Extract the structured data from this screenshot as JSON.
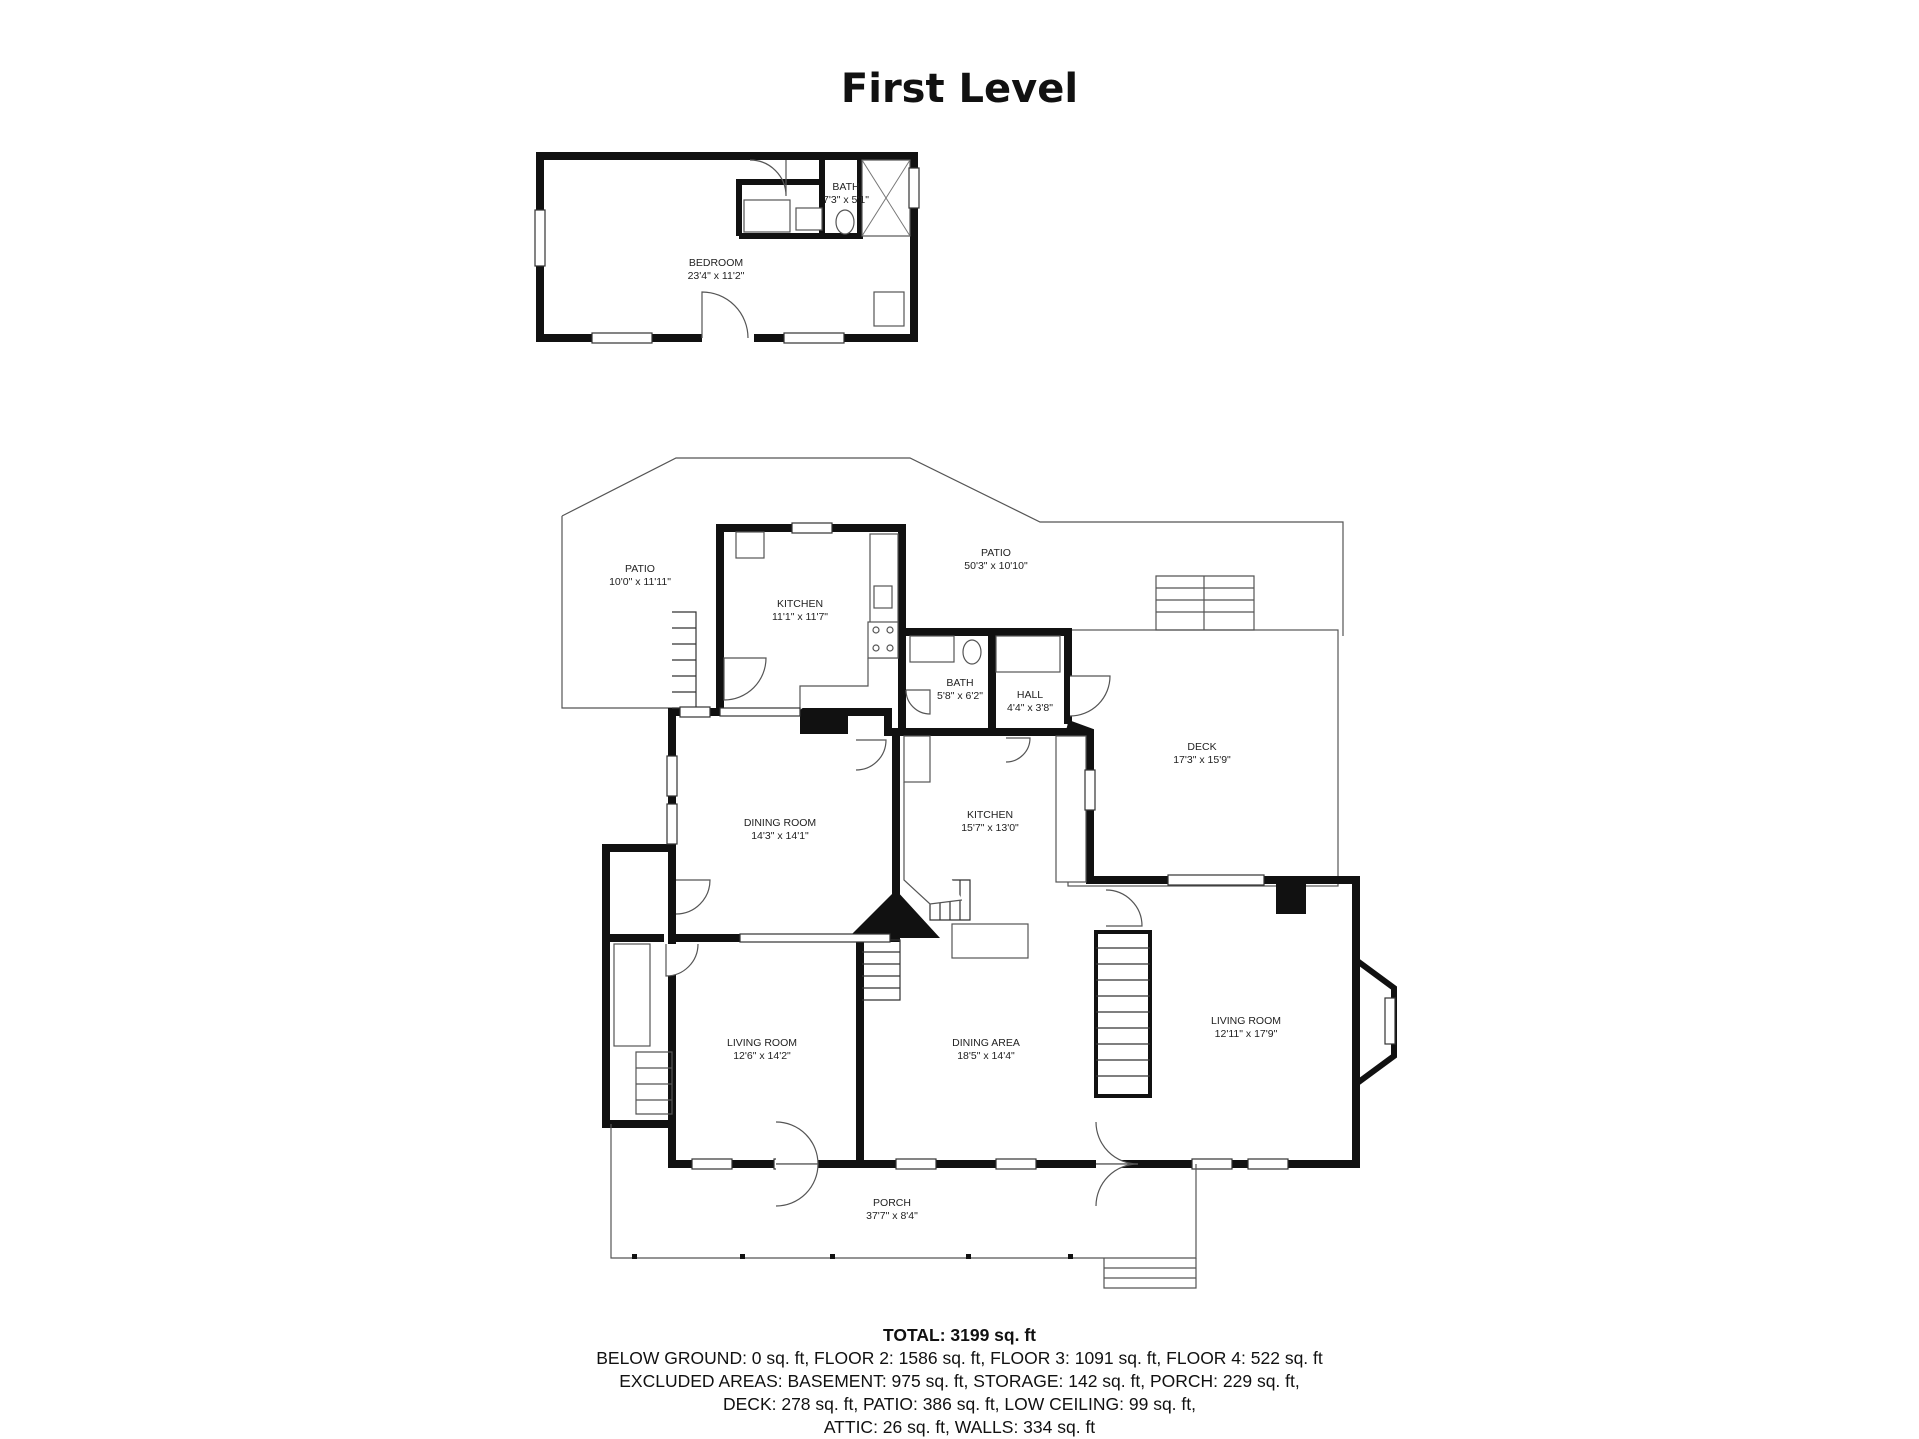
{
  "title": "First Level",
  "rooms": [
    {
      "id": "upper-bath",
      "name": "BATH",
      "dims": "7'3\" x 5'1\""
    },
    {
      "id": "upper-bedroom",
      "name": "BEDROOM",
      "dims": "23'4\" x 11'2\""
    },
    {
      "id": "patio-west",
      "name": "PATIO",
      "dims": "10'0\" x 11'11\""
    },
    {
      "id": "kitchen-north",
      "name": "KITCHEN",
      "dims": "11'1\" x 11'7\""
    },
    {
      "id": "patio-north",
      "name": "PATIO",
      "dims": "50'3\" x 10'10\""
    },
    {
      "id": "bath-small",
      "name": "BATH",
      "dims": "5'8\" x 6'2\""
    },
    {
      "id": "hall",
      "name": "HALL",
      "dims": "4'4\" x 3'8\""
    },
    {
      "id": "deck",
      "name": "DECK",
      "dims": "17'3\" x 15'9\""
    },
    {
      "id": "dining-room",
      "name": "DINING ROOM",
      "dims": "14'3\" x 14'1\""
    },
    {
      "id": "kitchen-main",
      "name": "KITCHEN",
      "dims": "15'7\" x 13'0\""
    },
    {
      "id": "living-room-west",
      "name": "LIVING ROOM",
      "dims": "12'6\" x 14'2\""
    },
    {
      "id": "dining-area",
      "name": "DINING AREA",
      "dims": "18'5\" x 14'4\""
    },
    {
      "id": "living-room-east",
      "name": "LIVING ROOM",
      "dims": "12'11\" x 17'9\""
    },
    {
      "id": "porch",
      "name": "PORCH",
      "dims": "37'7\" x 8'4\""
    }
  ],
  "summary": {
    "total": "TOTAL: 3199 sq. ft",
    "line1": "BELOW GROUND: 0 sq. ft, FLOOR 2: 1586 sq. ft, FLOOR 3: 1091 sq. ft, FLOOR 4: 522 sq. ft",
    "line2": "EXCLUDED AREAS: BASEMENT: 975 sq. ft, STORAGE: 142 sq. ft, PORCH: 229 sq. ft,",
    "line3": "DECK: 278 sq. ft, PATIO: 386 sq. ft, LOW CEILING: 99 sq. ft,",
    "line4": "ATTIC: 26 sq. ft, WALLS: 334 sq. ft"
  }
}
